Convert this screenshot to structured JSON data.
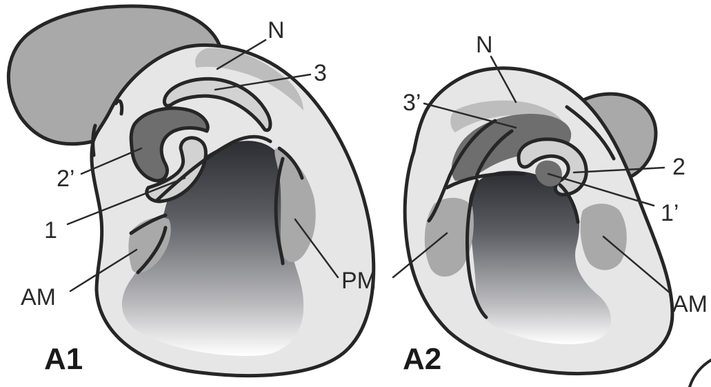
{
  "panels": [
    {
      "id": "A1",
      "label": "A1",
      "labels": {
        "N": "N",
        "three": "3",
        "two_prime": "2’",
        "one": "1",
        "AM": "AM"
      }
    },
    {
      "id": "A2",
      "label": "A2",
      "labels": {
        "N": "N",
        "three_prime": "3’",
        "two": "2",
        "one_prime": "1’",
        "AM": "AM"
      }
    }
  ],
  "shared_labels": {
    "PM": "PM"
  },
  "colors": {
    "outline": "#262626",
    "mid_gray": "#a9a9a9",
    "light_gray": "#e6e6e6",
    "dark_gray": "#6e6e6e",
    "lightest": "#d2d2d2",
    "cavity_dark": "#2f3137"
  }
}
